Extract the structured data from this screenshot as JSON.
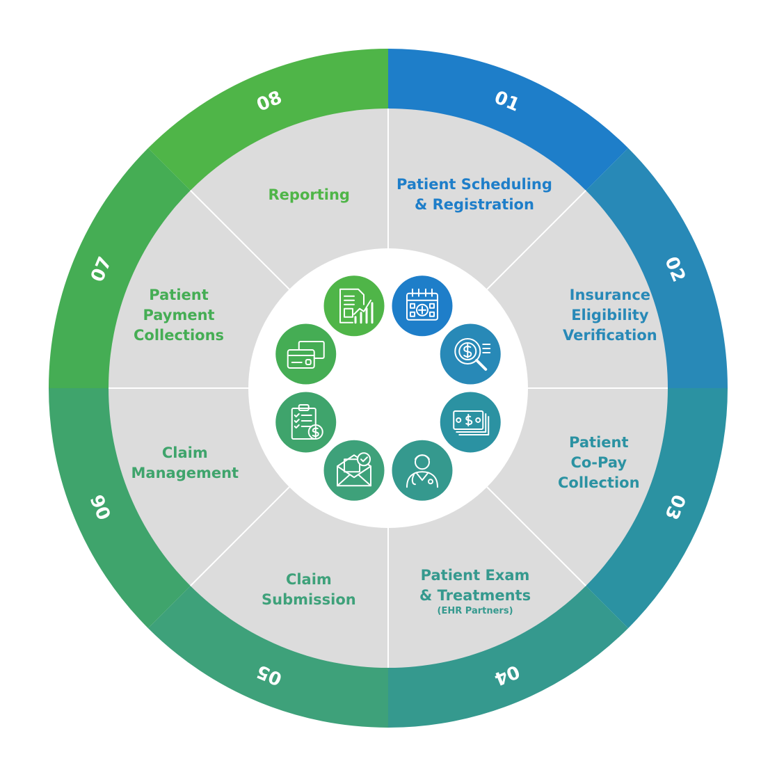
{
  "colors": {
    "ring": [
      "#1e7ec9",
      "#2889b7",
      "#2b92a2",
      "#35998e",
      "#3ea17a",
      "#3fa46c",
      "#45ad54",
      "#4fb548"
    ],
    "inner_face": "#dcdcdc",
    "divider": "#ffffff",
    "center": "#ffffff"
  },
  "steps": [
    {
      "num": "01",
      "lines": [
        "Patient Scheduling",
        "& Registration"
      ],
      "sub": "",
      "icon": "calendar-icon",
      "color": "#1e7ec9"
    },
    {
      "num": "02",
      "lines": [
        "Insurance",
        "Eligibility",
        "Verification"
      ],
      "sub": "",
      "icon": "magnifier-dollar-icon",
      "color": "#2889b7"
    },
    {
      "num": "03",
      "lines": [
        "Patient",
        "Co-Pay",
        "Collection"
      ],
      "sub": "",
      "icon": "cash-bills-icon",
      "color": "#2b92a2"
    },
    {
      "num": "04",
      "lines": [
        "Patient Exam",
        "& Treatments"
      ],
      "sub": "(EHR Partners)",
      "icon": "doctor-icon",
      "color": "#35998e"
    },
    {
      "num": "05",
      "lines": [
        "Claim",
        "Submission"
      ],
      "sub": "",
      "icon": "envelope-check-icon",
      "color": "#3ea17a"
    },
    {
      "num": "06",
      "lines": [
        "Claim",
        "Management"
      ],
      "sub": "",
      "icon": "clipboard-dollar-icon",
      "color": "#3fa46c"
    },
    {
      "num": "07",
      "lines": [
        "Patient",
        "Payment",
        "Collections"
      ],
      "sub": "",
      "icon": "credit-card-icon",
      "color": "#45ad54"
    },
    {
      "num": "08",
      "lines": [
        "Reporting"
      ],
      "sub": "",
      "icon": "report-chart-icon",
      "color": "#4fb548"
    }
  ]
}
